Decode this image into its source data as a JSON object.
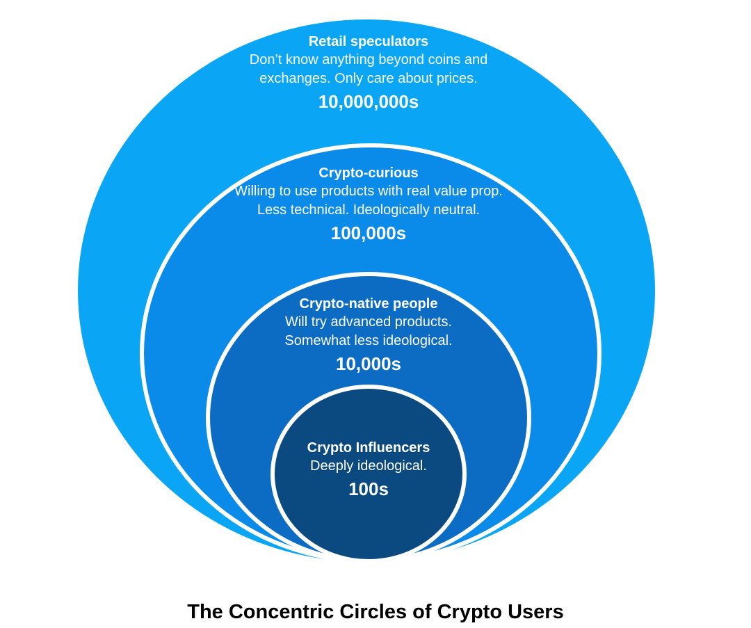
{
  "caption": "The Concentric Circles of Crypto Users",
  "rings": [
    {
      "title": "Retail speculators",
      "desc_line1": "Don’t know anything beyond coins and",
      "desc_line2": "exchanges. Only care about prices.",
      "count": "10,000,000s",
      "color": "#0aa6f5"
    },
    {
      "title": "Crypto-curious",
      "desc_line1": "Willing to use products with real value prop.",
      "desc_line2": "Less technical. Ideologically neutral.",
      "count": "100,000s",
      "color": "#0b8be9"
    },
    {
      "title": "Crypto-native people",
      "desc_line1": "Will try advanced products.",
      "desc_line2": "Somewhat less ideological.",
      "count": "10,000s",
      "color": "#0c6cc4"
    },
    {
      "title": "Crypto Influencers",
      "desc_line1": "Deeply ideological.",
      "count": "100s",
      "color": "#0a4a80"
    }
  ]
}
